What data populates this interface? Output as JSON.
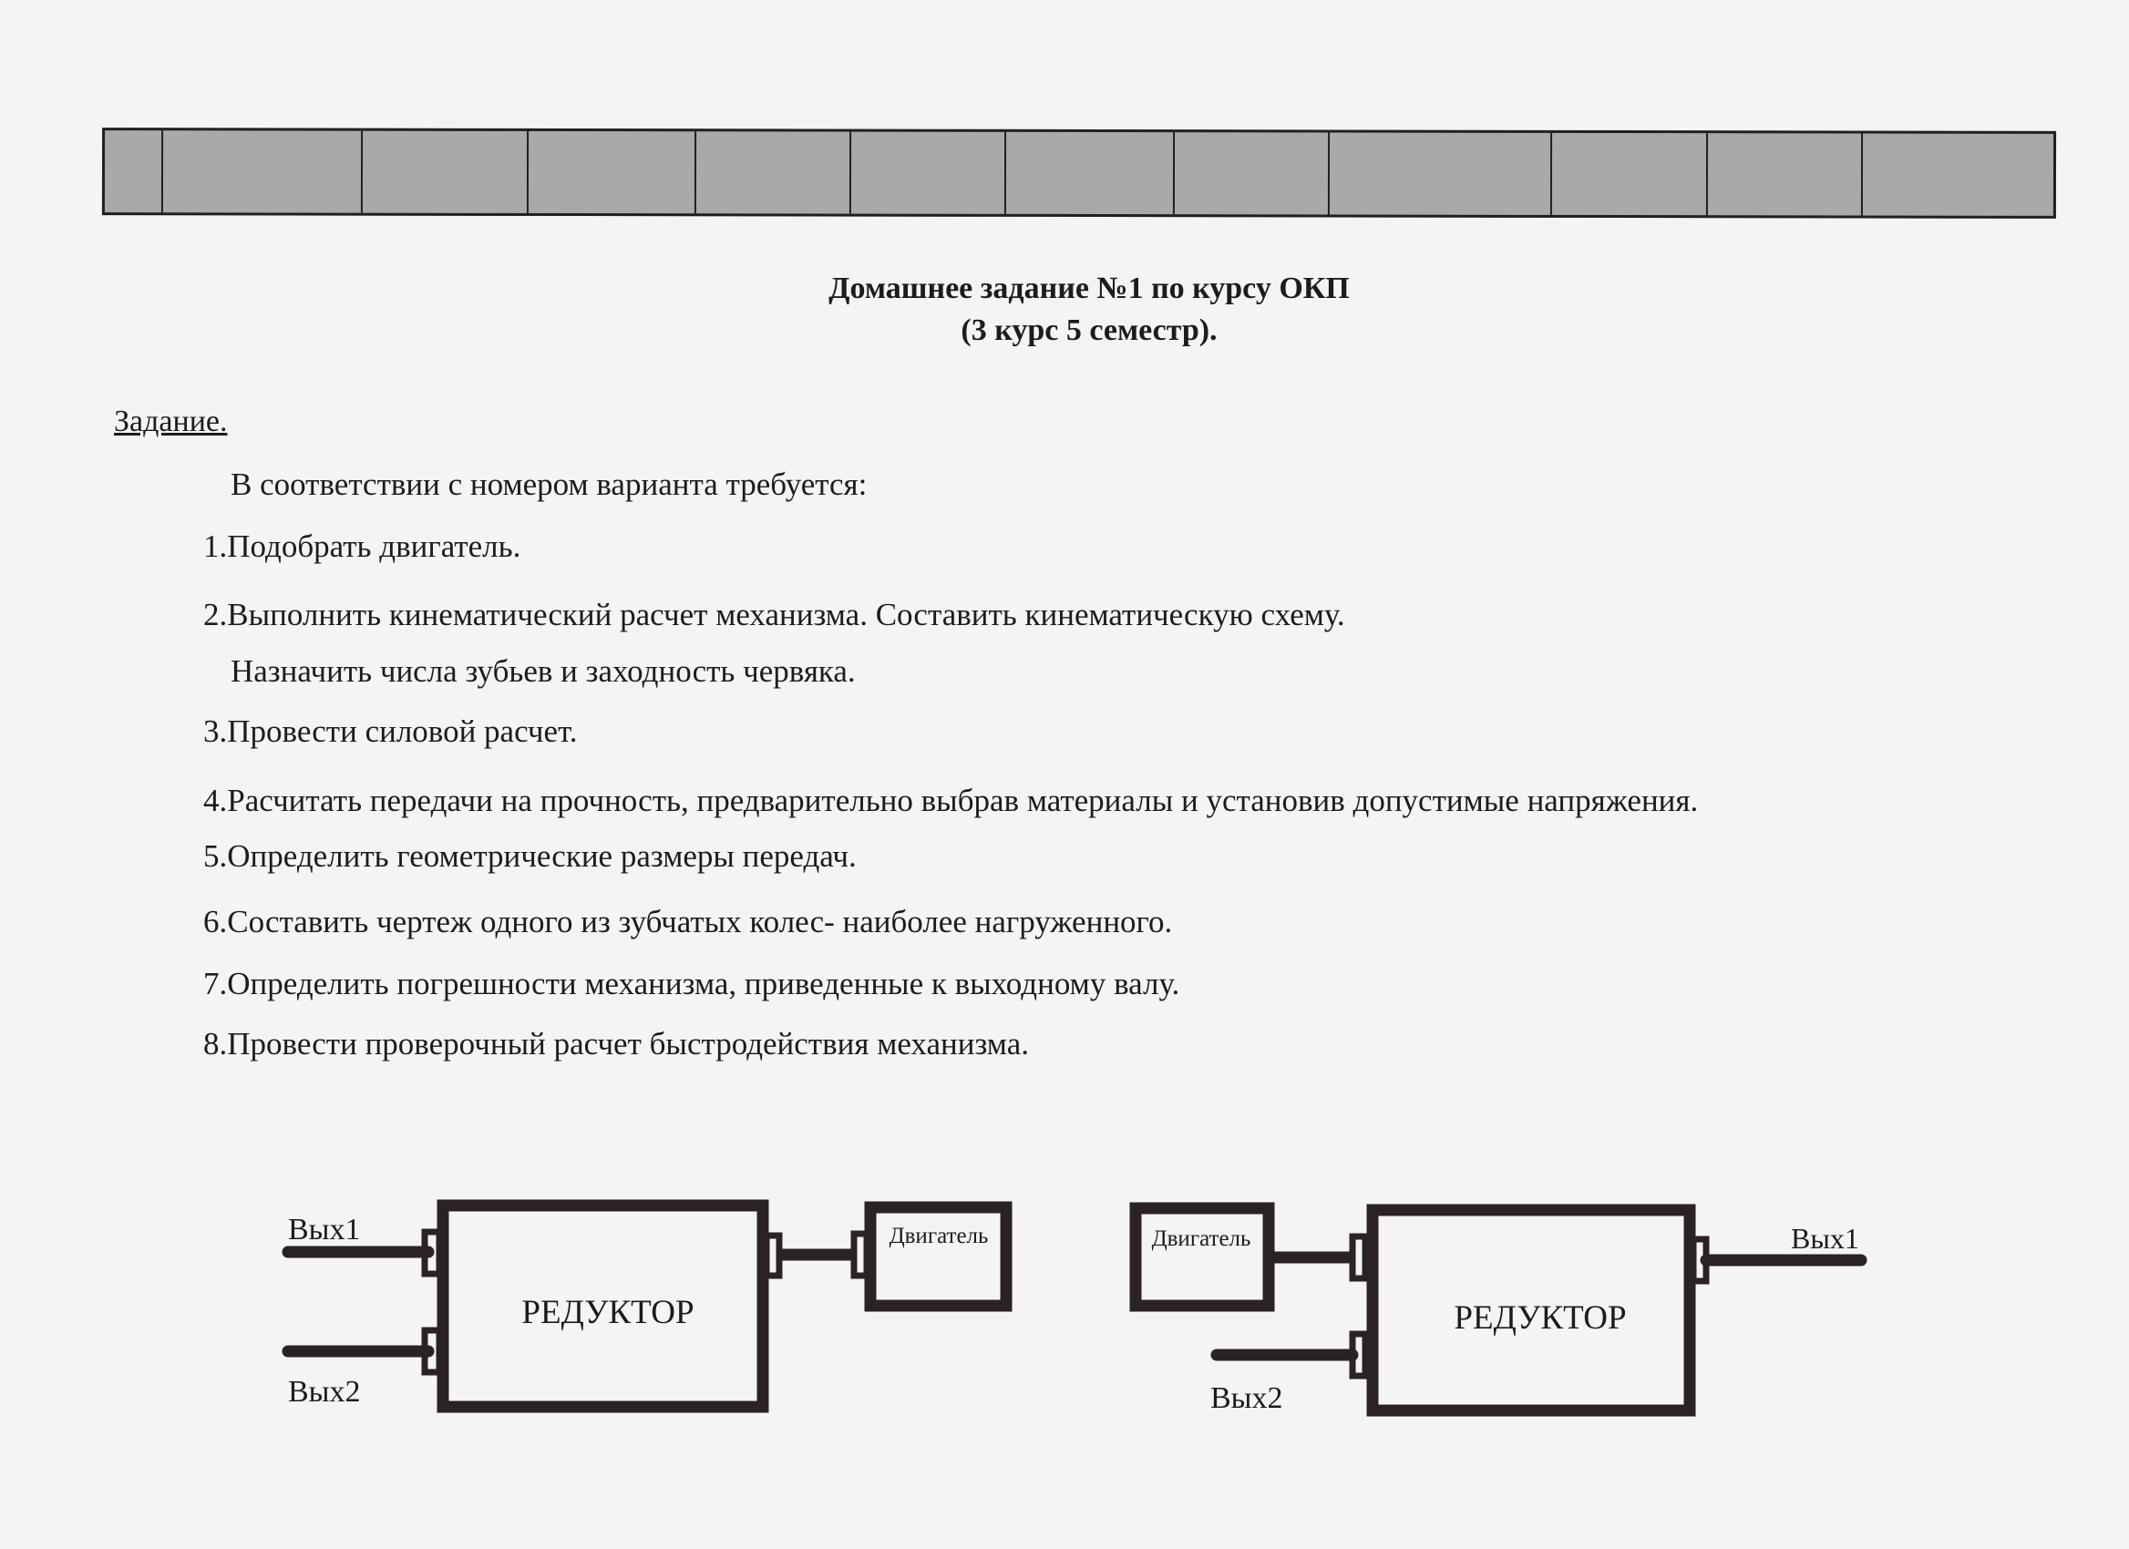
{
  "title": {
    "line1": "Домашнее задание №1 по курсу ОКП",
    "line2": "(3 курс 5 семестр)."
  },
  "task": {
    "heading": "Задание.",
    "intro": "В соответствии с номером варианта требуется:",
    "items": [
      "1.Подобрать двигатель.",
      "2.Выполнить кинематический расчет механизма. Составить кинематическую схему.",
      "Назначить числа зубьев и заходность червяка.",
      "3.Провести силовой расчет.",
      "4.Расчитать передачи на прочность, предварительно выбрав материалы и установив допустимые напряжения.",
      "5.Определить геометрические размеры передач.",
      "6.Составить чертеж одного из зубчатых колес- наиболее нагруженного.",
      "7.Определить погрешности механизма, приведенные к выходному валу.",
      "8.Провести проверочный расчет быстродействия механизма."
    ]
  },
  "diagram_left": {
    "out1": "Вых1",
    "out2": "Вых2",
    "reducer": "РЕДУКТОР",
    "motor": "Двигатель"
  },
  "diagram_right": {
    "out1": "Вых1",
    "out2": "Вых2",
    "reducer": "РЕДУКТОР",
    "motor": "Двигатель"
  }
}
